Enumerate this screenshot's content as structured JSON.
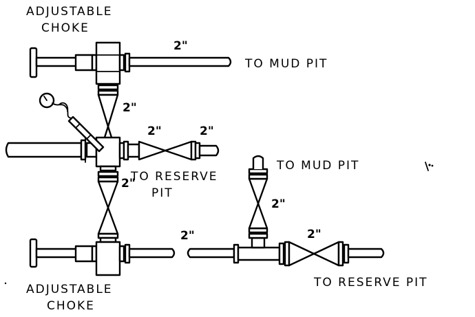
{
  "labels": {
    "adjustable_choke_top_line1": "ADJUSTABLE",
    "adjustable_choke_top_line2": "CHOKE",
    "to_mud_pit_top": "TO MUD PIT",
    "to_reserve_pit_mid_line1": "TO RESERVE",
    "to_reserve_pit_mid_line2": "PIT",
    "to_mud_pit_mid": "TO MUD PIT",
    "adjustable_choke_bottom_line1": "ADJUSTABLE",
    "adjustable_choke_bottom_line2": "CHOKE",
    "to_reserve_pit_bottom": "TO RESERVE PIT"
  },
  "pipe_sizes": {
    "top_line": "2\"",
    "upper_vertical": "2\"",
    "mid_right_valve": "2\"",
    "mid_right_end": "2\"",
    "lower_vertical": "2\"",
    "right_vertical": "2\"",
    "bottom_connector": "2\"",
    "bottom_right": "2\""
  },
  "colors": {
    "ink": "#000000",
    "paper": "#ffffff"
  }
}
